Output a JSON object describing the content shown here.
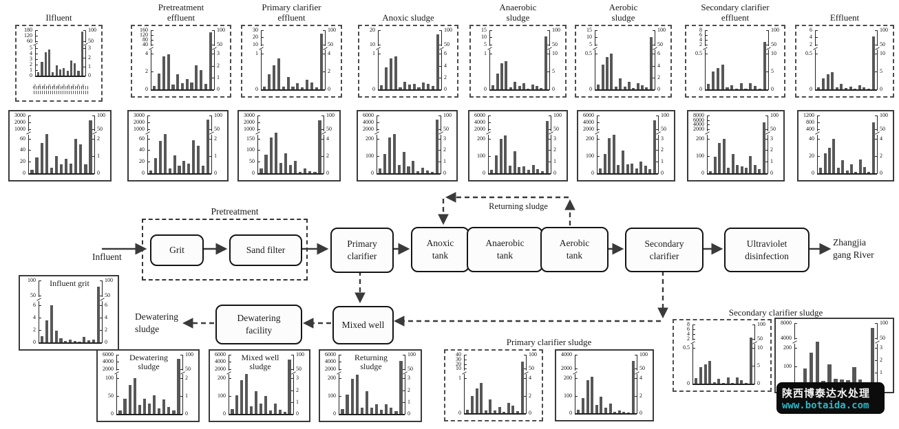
{
  "figure": {
    "flow": {
      "influent_label": "Influent",
      "pretreatment_label": "Pretreatment",
      "returning_sludge_label": "Returning sludge",
      "river_label_lines": [
        "Zhangjia",
        "gang River"
      ],
      "dewatering_sludge_label_lines": [
        "Dewatering",
        "sludge"
      ],
      "boxes": [
        {
          "id": "grit",
          "label_lines": [
            "Grit"
          ]
        },
        {
          "id": "sand-filter",
          "label_lines": [
            "Sand filter"
          ]
        },
        {
          "id": "primary-clarifier",
          "label_lines": [
            "Primary",
            "clarifier"
          ]
        },
        {
          "id": "anoxic-tank",
          "label_lines": [
            "Anoxic",
            "tank"
          ]
        },
        {
          "id": "anaerobic-tank",
          "label_lines": [
            "Anaerobic",
            "tank"
          ]
        },
        {
          "id": "aerobic-tank",
          "label_lines": [
            "Aerobic",
            "tank"
          ]
        },
        {
          "id": "secondary-clarifier",
          "label_lines": [
            "Secondary",
            "clarifier"
          ]
        },
        {
          "id": "ultraviolet-disinfection",
          "label_lines": [
            "Ultraviolet",
            "disinfection"
          ]
        },
        {
          "id": "mixed-well",
          "label_lines": [
            "Mixed well"
          ]
        },
        {
          "id": "dewatering-facility",
          "label_lines": [
            "Dewatering",
            "facility"
          ]
        }
      ]
    },
    "section_titles": {
      "primary_clarifier_sludge": "Primary clarifier sludge",
      "secondary_clarifier_sludge": "Secondary clarifier sludge"
    },
    "watermark": {
      "line1": "陕西博泰达水处理",
      "line2": "www.botaida.com",
      "accent": "#2ab8c6",
      "bg": "#0c0c0c"
    }
  },
  "charts_note": "Dual-axis bar charts with scale breaks (broken y-axes). bars_rel are bar heights as fractions of plot height; the rightmost tall bar in each panel reads against the right-hand axis. X tick labels (compound names) are only printed under the first panel and are illegible at this resolution.",
  "chart_data": [
    {
      "id": "influent-top",
      "type": "bar",
      "title_lines": [
        "Ilfluent"
      ],
      "border": "dashed",
      "left_ticks_upper": [
        "180",
        "120",
        "60"
      ],
      "left_ticks_lower": [
        "5",
        "4",
        "3",
        "2",
        "1",
        "0"
      ],
      "right_ticks_upper": [
        "100",
        "50"
      ],
      "right_ticks_lower": [
        "3",
        "2",
        "1",
        "0"
      ],
      "x_labels_visible": true,
      "x_labels_legible": false,
      "bars_rel": [
        0.08,
        0.3,
        0.52,
        0.57,
        0.07,
        0.23,
        0.13,
        0.17,
        0.11,
        0.33,
        0.27,
        0.1,
        0.97
      ]
    },
    {
      "id": "pretreatment-effluent",
      "type": "bar",
      "title_lines": [
        "Pretreatment",
        "effluent"
      ],
      "border": "dashed",
      "left_ticks_upper": [
        "160",
        "120",
        "80",
        "40"
      ],
      "left_ticks_lower": [
        "4",
        "2",
        "0"
      ],
      "right_ticks_upper": [
        "100",
        "50"
      ],
      "right_ticks_lower": [
        "3",
        "2",
        "1",
        "0"
      ],
      "bars_rel": [
        0.06,
        0.27,
        0.56,
        0.59,
        0.08,
        0.26,
        0.1,
        0.18,
        0.12,
        0.41,
        0.33,
        0.09,
        0.96
      ]
    },
    {
      "id": "primary-clarifier-effluent",
      "type": "bar",
      "title_lines": [
        "Primary clarifier",
        "effluent"
      ],
      "border": "dashed",
      "left_ticks_upper": [
        "30",
        "20",
        "10"
      ],
      "left_ticks_lower": [
        "1",
        "0"
      ],
      "right_ticks_upper": [
        "100",
        "50"
      ],
      "right_ticks_lower": [
        "4",
        "2",
        "0"
      ],
      "bars_rel": [
        0.05,
        0.26,
        0.41,
        0.52,
        0.05,
        0.21,
        0.05,
        0.1,
        0.03,
        0.16,
        0.12,
        0.04,
        0.94
      ]
    },
    {
      "id": "anoxic-sludge",
      "type": "bar",
      "title_lines": [
        "Anoxic sludge"
      ],
      "border": "dashed",
      "left_ticks_upper": [
        "20",
        "10"
      ],
      "left_ticks_lower": [
        "1",
        "0"
      ],
      "right_ticks_upper": [
        "100",
        "50"
      ],
      "right_ticks_lower": [
        "6",
        "4",
        "2",
        "0"
      ],
      "bars_rel": [
        0.07,
        0.37,
        0.52,
        0.56,
        0.04,
        0.13,
        0.08,
        0.09,
        0.03,
        0.12,
        0.09,
        0.06,
        0.93
      ]
    },
    {
      "id": "anaerobic-sludge",
      "type": "bar",
      "title_lines": [
        "Anaerobic",
        "sludge"
      ],
      "border": "dashed",
      "left_ticks_upper": [
        "15",
        "10",
        "5"
      ],
      "left_ticks_lower": [
        "1",
        "0"
      ],
      "right_ticks_upper": [
        "100",
        "50"
      ],
      "right_ticks_lower": [
        "10",
        "5",
        "0"
      ],
      "bars_rel": [
        0.07,
        0.27,
        0.44,
        0.48,
        0.03,
        0.13,
        0.06,
        0.1,
        0.01,
        0.08,
        0.06,
        0.02,
        0.9
      ]
    },
    {
      "id": "aerobic-sludge",
      "type": "bar",
      "title_lines": [
        "Aerobic",
        "sludge"
      ],
      "border": "dashed",
      "left_ticks_upper": [
        "15",
        "10",
        "5"
      ],
      "left_ticks_lower": [
        "0.5",
        "0"
      ],
      "right_ticks_upper": [
        "100",
        "50"
      ],
      "right_ticks_lower": [
        "6",
        "4",
        "2",
        "0"
      ],
      "bars_rel": [
        0.08,
        0.42,
        0.55,
        0.6,
        0.05,
        0.19,
        0.05,
        0.13,
        0.02,
        0.11,
        0.07,
        0.03,
        0.88
      ]
    },
    {
      "id": "secondary-clarifier-effluent",
      "type": "bar",
      "title_lines": [
        "Secondary clarifier",
        "effluent"
      ],
      "border": "dashed",
      "left_ticks_upper": [
        "8",
        "6",
        "4",
        "2"
      ],
      "left_ticks_lower": [
        "0.5",
        "0"
      ],
      "right_ticks_upper": [
        "100",
        "50"
      ],
      "right_ticks_lower": [
        "10",
        "5",
        "0"
      ],
      "bars_rel": [
        0.09,
        0.3,
        0.36,
        0.42,
        0.03,
        0.07,
        0.01,
        0.1,
        0.01,
        0.11,
        0.06,
        0.01,
        0.8
      ]
    },
    {
      "id": "effluent",
      "type": "bar",
      "title_lines": [
        "Effluent"
      ],
      "border": "dashed",
      "left_ticks_upper": [
        "6",
        "4",
        "2"
      ],
      "left_ticks_lower": [
        "0.5",
        "0"
      ],
      "right_ticks_upper": [
        "100",
        "50"
      ],
      "right_ticks_lower": [
        "10",
        "5",
        "0"
      ],
      "bars_rel": [
        0.03,
        0.19,
        0.26,
        0.29,
        0.03,
        0.09,
        0.02,
        0.05,
        0.01,
        0.07,
        0.03,
        0.01,
        0.9
      ]
    },
    {
      "id": "row2-1",
      "type": "bar",
      "title_lines": [],
      "border": "solid",
      "left_ticks_upper": [
        "3000",
        "2000",
        "1000"
      ],
      "left_ticks_lower": [
        "60",
        "40",
        "20",
        "0"
      ],
      "right_ticks_upper": [
        "100",
        "50"
      ],
      "right_ticks_lower": [
        "2",
        "1",
        "0"
      ],
      "bars_rel": [
        0.06,
        0.28,
        0.52,
        0.68,
        0.1,
        0.3,
        0.16,
        0.25,
        0.17,
        0.6,
        0.5,
        0.15,
        0.92
      ]
    },
    {
      "id": "row2-2",
      "type": "bar",
      "title_lines": [],
      "border": "solid",
      "left_ticks_upper": [
        "3000",
        "2000",
        "1000"
      ],
      "left_ticks_lower": [
        "60",
        "40",
        "20",
        "0"
      ],
      "right_ticks_upper": [
        "100",
        "50"
      ],
      "right_ticks_lower": [
        "2",
        "1",
        "0"
      ],
      "bars_rel": [
        0.05,
        0.26,
        0.56,
        0.68,
        0.08,
        0.31,
        0.13,
        0.21,
        0.17,
        0.57,
        0.48,
        0.13,
        0.93
      ]
    },
    {
      "id": "row2-3",
      "type": "bar",
      "title_lines": [],
      "border": "solid",
      "left_ticks_upper": [
        "3000",
        "2000",
        "1000"
      ],
      "left_ticks_lower": [
        "150",
        "100",
        "50",
        "0"
      ],
      "right_ticks_upper": [
        "100",
        "50"
      ],
      "right_ticks_lower": [
        "4",
        "2",
        "0"
      ],
      "bars_rel": [
        0.08,
        0.32,
        0.62,
        0.7,
        0.18,
        0.35,
        0.14,
        0.21,
        0.03,
        0.08,
        0.04,
        0.02,
        0.92
      ]
    },
    {
      "id": "row2-4",
      "type": "bar",
      "title_lines": [],
      "border": "solid",
      "left_ticks_upper": [
        "6000",
        "4000",
        "2000"
      ],
      "left_ticks_lower": [
        "200",
        "100",
        "0"
      ],
      "right_ticks_upper": [
        "100",
        "50"
      ],
      "right_ticks_lower": [
        "3",
        "2",
        "1",
        "0"
      ],
      "bars_rel": [
        0.08,
        0.33,
        0.62,
        0.68,
        0.14,
        0.37,
        0.12,
        0.21,
        0.04,
        0.09,
        0.05,
        0.02,
        0.93
      ]
    },
    {
      "id": "row2-5",
      "type": "bar",
      "title_lines": [],
      "border": "solid",
      "left_ticks_upper": [
        "6000",
        "4000",
        "2000"
      ],
      "left_ticks_lower": [
        "200",
        "100",
        "0"
      ],
      "right_ticks_upper": [
        "100",
        "50"
      ],
      "right_ticks_lower": [
        "3",
        "2",
        "1",
        "0"
      ],
      "bars_rel": [
        0.06,
        0.31,
        0.6,
        0.65,
        0.13,
        0.38,
        0.11,
        0.12,
        0.06,
        0.14,
        0.07,
        0.04,
        0.9
      ]
    },
    {
      "id": "row2-6",
      "type": "bar",
      "title_lines": [],
      "border": "solid",
      "left_ticks_upper": [
        "6000",
        "4000",
        "2000"
      ],
      "left_ticks_lower": [
        "200",
        "100",
        "0"
      ],
      "right_ticks_upper": [
        "100",
        "50"
      ],
      "right_ticks_lower": [
        "3",
        "2",
        "1",
        "0"
      ],
      "bars_rel": [
        0.08,
        0.33,
        0.61,
        0.67,
        0.14,
        0.39,
        0.15,
        0.17,
        0.08,
        0.2,
        0.13,
        0.07,
        0.92
      ]
    },
    {
      "id": "row2-7",
      "type": "bar",
      "title_lines": [],
      "border": "solid",
      "left_ticks_upper": [
        "8000",
        "6000",
        "4000",
        "2000"
      ],
      "left_ticks_lower": [
        "200",
        "100",
        "0"
      ],
      "right_ticks_upper": [
        "100",
        "50"
      ],
      "right_ticks_lower": [
        "3",
        "2",
        "1",
        "0"
      ],
      "bars_rel": [
        0.04,
        0.29,
        0.52,
        0.6,
        0.1,
        0.33,
        0.14,
        0.12,
        0.09,
        0.3,
        0.14,
        0.07,
        0.88
      ]
    },
    {
      "id": "row2-8",
      "type": "bar",
      "title_lines": [],
      "border": "solid",
      "left_ticks_upper": [
        "1200",
        "800",
        "400"
      ],
      "left_ticks_lower": [
        "40",
        "20",
        "0"
      ],
      "right_ticks_upper": [
        "100",
        "50"
      ],
      "right_ticks_lower": [
        "4",
        "2",
        "0"
      ],
      "bars_rel": [
        0.09,
        0.34,
        0.44,
        0.6,
        0.09,
        0.23,
        0.05,
        0.16,
        0.03,
        0.24,
        0.11,
        0.02,
        0.88
      ]
    },
    {
      "id": "influent-grit",
      "type": "bar",
      "title_lines": [
        "Influent grit"
      ],
      "border": "solid",
      "left_ticks_upper": [
        "100",
        "50"
      ],
      "left_ticks_lower": [
        "6",
        "4",
        "2",
        "0"
      ],
      "right_ticks_upper": [
        "100",
        "50"
      ],
      "right_ticks_lower": [
        "6",
        "4",
        "2",
        "0"
      ],
      "bars_rel": [
        0.1,
        0.36,
        0.6,
        0.19,
        0.07,
        0.02,
        0.05,
        0.02,
        0.01,
        0.09,
        0.03,
        0.05,
        0.9
      ]
    },
    {
      "id": "dewatering-sludge",
      "type": "bar",
      "title_lines": [
        "Dewatering",
        "sludge"
      ],
      "border": "solid",
      "left_ticks_upper": [
        "6000",
        "4000",
        "2000"
      ],
      "left_ticks_lower": [
        "100",
        "50",
        "0"
      ],
      "right_ticks_upper": [
        "100",
        "50"
      ],
      "right_ticks_lower": [
        "2",
        "1",
        "0"
      ],
      "bars_rel": [
        0.06,
        0.26,
        0.49,
        0.61,
        0.15,
        0.26,
        0.17,
        0.32,
        0.09,
        0.24,
        0.12,
        0.06,
        0.93
      ]
    },
    {
      "id": "mixed-well-sludge",
      "type": "bar",
      "title_lines": [
        "Mixed well",
        "sludge"
      ],
      "border": "solid",
      "left_ticks_upper": [
        "6000",
        "4000",
        "2000"
      ],
      "left_ticks_lower": [
        "200",
        "100",
        "0"
      ],
      "right_ticks_upper": [
        "100",
        "50"
      ],
      "right_ticks_lower": [
        "3",
        "2",
        "1",
        "0"
      ],
      "bars_rel": [
        0.08,
        0.32,
        0.57,
        0.67,
        0.13,
        0.39,
        0.18,
        0.3,
        0.06,
        0.17,
        0.07,
        0.03,
        0.92
      ]
    },
    {
      "id": "returning-sludge-chart",
      "type": "bar",
      "title_lines": [
        "Returning",
        "sludge"
      ],
      "border": "solid",
      "left_ticks_upper": [
        "6000",
        "4000",
        "2000"
      ],
      "left_ticks_lower": [
        "200",
        "100",
        "0"
      ],
      "right_ticks_upper": [
        "100",
        "50"
      ],
      "right_ticks_lower": [
        "3",
        "2",
        "1",
        "0"
      ],
      "bars_rel": [
        0.08,
        0.33,
        0.59,
        0.66,
        0.11,
        0.38,
        0.1,
        0.16,
        0.07,
        0.16,
        0.1,
        0.05,
        0.9
      ]
    },
    {
      "id": "primary-clarifier-sludge-left",
      "type": "bar",
      "title_lines": [],
      "border": "dashed",
      "left_ticks_upper": [
        "40",
        "30",
        "20",
        "10"
      ],
      "left_ticks_lower": [
        "1",
        "0"
      ],
      "right_ticks_upper": [
        "100",
        "50"
      ],
      "right_ticks_lower": [
        "4",
        "2",
        "0"
      ],
      "bars_rel": [
        0.06,
        0.3,
        0.42,
        0.52,
        0.05,
        0.24,
        0.05,
        0.11,
        0.03,
        0.18,
        0.13,
        0.04,
        0.88
      ]
    },
    {
      "id": "primary-clarifier-sludge-right",
      "type": "bar",
      "title_lines": [],
      "border": "solid",
      "left_ticks_upper": [
        "4000",
        "2000"
      ],
      "left_ticks_lower": [
        "200",
        "100",
        "0"
      ],
      "right_ticks_upper": [
        "100",
        "50"
      ],
      "right_ticks_lower": [
        "4",
        "2",
        "0"
      ],
      "bars_rel": [
        0.06,
        0.26,
        0.56,
        0.62,
        0.14,
        0.28,
        0.09,
        0.16,
        0.02,
        0.05,
        0.03,
        0.01,
        0.9
      ]
    },
    {
      "id": "secondary-clarifier-sludge-left",
      "type": "bar",
      "title_lines": [],
      "border": "dashed",
      "left_ticks_upper": [
        "8",
        "6",
        "4",
        "2"
      ],
      "left_ticks_lower": [
        "0.5",
        "0"
      ],
      "right_ticks_upper": [
        "100",
        "50"
      ],
      "right_ticks_lower": [
        "10",
        "5",
        "0"
      ],
      "bars_rel": [
        0.09,
        0.28,
        0.33,
        0.38,
        0.02,
        0.08,
        0.01,
        0.1,
        0.01,
        0.11,
        0.06,
        0.01,
        0.78
      ]
    },
    {
      "id": "secondary-clarifier-sludge-right",
      "type": "bar",
      "title_lines": [],
      "border": "solid",
      "left_ticks_upper": [
        "8000",
        "4000"
      ],
      "left_ticks_lower": [
        "200",
        "100",
        "0"
      ],
      "right_ticks_upper": [
        "100",
        "50"
      ],
      "right_ticks_lower": [
        "3",
        "2",
        "1",
        "0"
      ],
      "bars_rel": [
        0.02,
        0.27,
        0.52,
        0.7,
        0.07,
        0.33,
        0.1,
        0.09,
        0.08,
        0.29,
        0.09,
        0.05,
        0.92
      ]
    }
  ]
}
